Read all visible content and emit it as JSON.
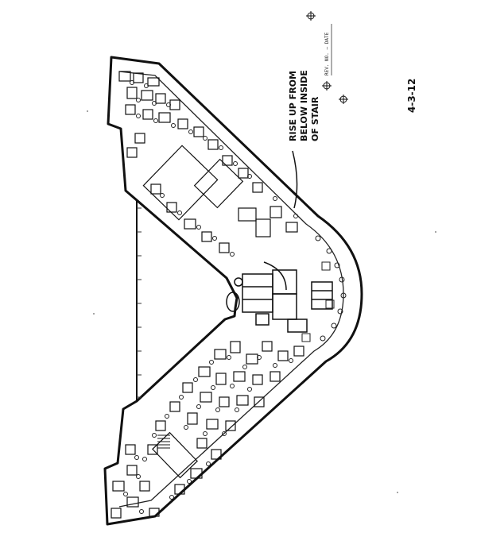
{
  "drawing": {
    "annotation_lines": [
      "RISE UP FROM",
      "BELOW INSIDE",
      "OF STAIR"
    ],
    "date": "4-3-12",
    "stamp_text": "REV. NO. — DATE"
  },
  "colors": {
    "ink": "#111111",
    "paper": "#ffffff"
  },
  "icons": [
    "north-arrow-icon",
    "north-arrow-icon",
    "north-arrow-icon"
  ]
}
